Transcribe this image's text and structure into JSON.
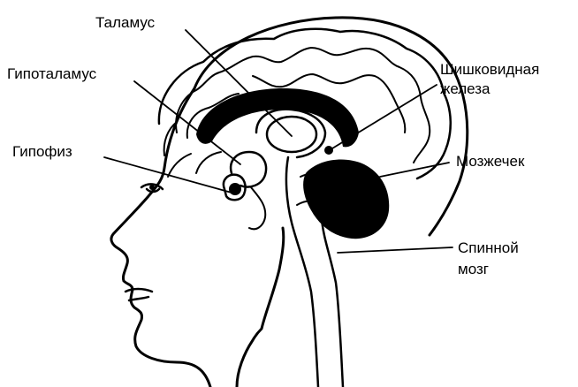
{
  "diagram": {
    "labels": {
      "thalamus": "Таламус",
      "hypothalamus": "Гипоталамус",
      "pituitary": "Гипофиз",
      "pineal_line1": "Шишковидная",
      "pineal_line2": "железа",
      "cerebellum": "Мозжечек",
      "spinal_line1": "Спинной",
      "spinal_line2": "мозг"
    },
    "colors": {
      "ink": "#000000",
      "background": "#ffffff"
    }
  }
}
